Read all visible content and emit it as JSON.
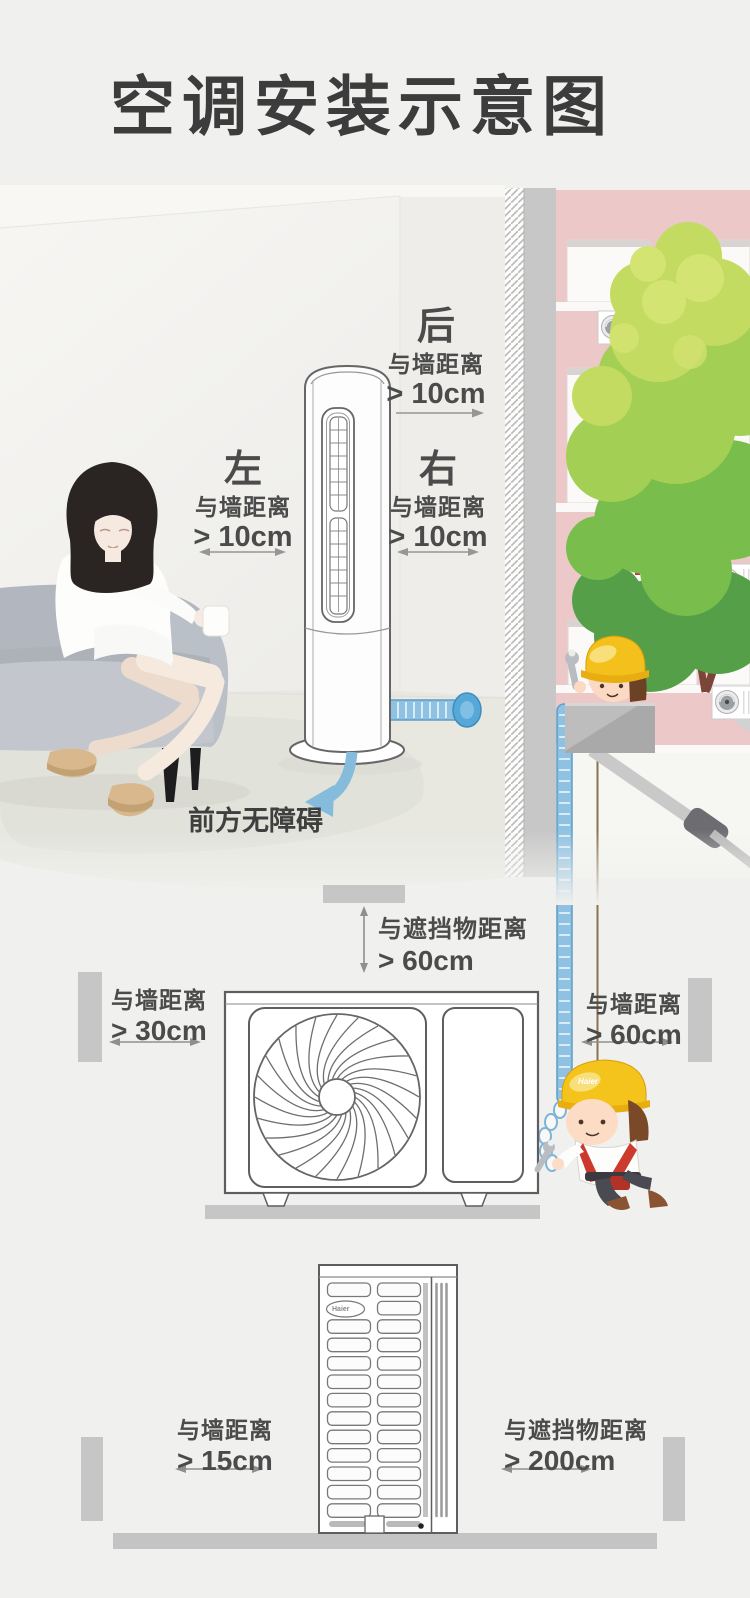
{
  "title": "空调安装示意图",
  "brand": "Haier",
  "indoor": {
    "back": {
      "dir": "后",
      "line": "与墙距离",
      "value": "> 10cm"
    },
    "left": {
      "dir": "左",
      "line": "与墙距离",
      "value": "> 10cm"
    },
    "right": {
      "dir": "右",
      "line": "与墙距离",
      "value": "> 10cm"
    },
    "front_note": "前方无障碍"
  },
  "outdoor_front": {
    "top": {
      "line": "与遮挡物距离",
      "value": "> 60cm"
    },
    "left": {
      "line": "与墙距离",
      "value": "> 30cm"
    },
    "right": {
      "line": "与墙距离",
      "value": "> 60cm"
    }
  },
  "outdoor_side": {
    "left": {
      "line": "与墙距离",
      "value": "> 15cm"
    },
    "right": {
      "line": "与遮挡物距离",
      "value": "> 200cm"
    }
  }
}
